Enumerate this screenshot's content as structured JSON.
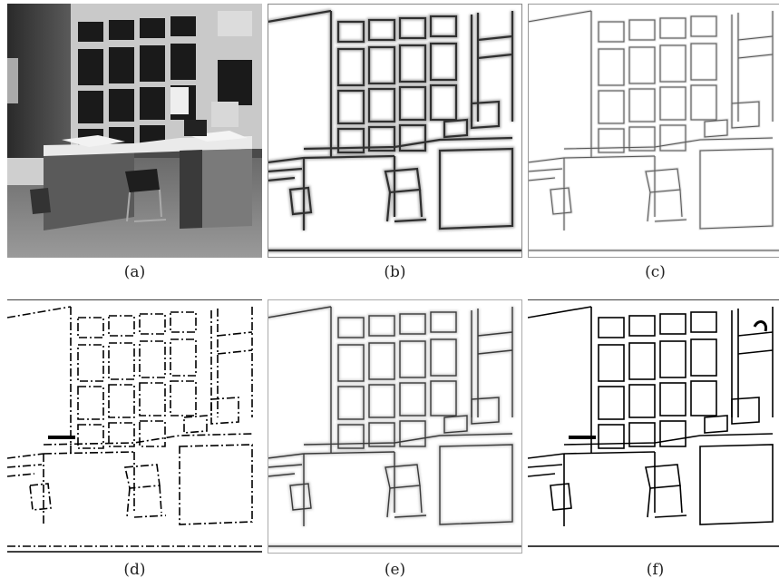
{
  "figure": {
    "panels": [
      {
        "id": "a",
        "caption": "(a)",
        "content": "photo"
      },
      {
        "id": "b",
        "caption": "(b)",
        "content": "soft-edges"
      },
      {
        "id": "c",
        "caption": "(c)",
        "content": "thin-edges"
      },
      {
        "id": "d",
        "caption": "(d)",
        "content": "fragmented-binary-edges"
      },
      {
        "id": "e",
        "caption": "(e)",
        "content": "faint-edges"
      },
      {
        "id": "f",
        "caption": "(f)",
        "content": "closed-binary-edges"
      }
    ]
  }
}
